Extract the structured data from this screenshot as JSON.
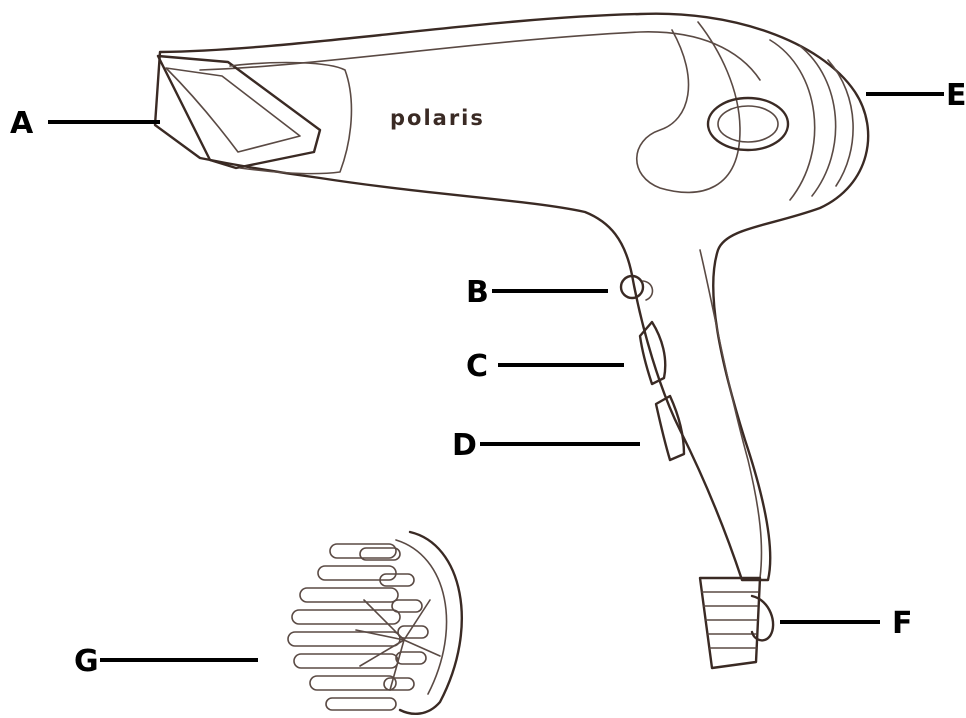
{
  "brand": "polaris",
  "callouts": {
    "a": "A",
    "b": "B",
    "c": "C",
    "d": "D",
    "e": "E",
    "f": "F",
    "g": "G"
  }
}
